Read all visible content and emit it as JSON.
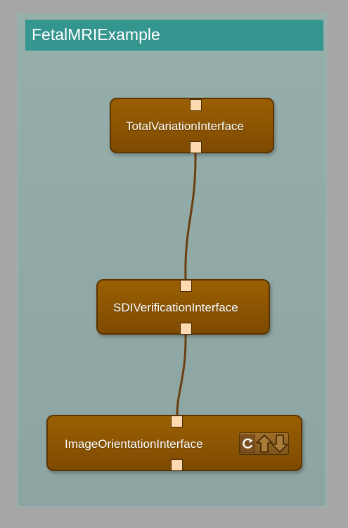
{
  "workflow": {
    "title": "FetalMRIExample"
  },
  "nodes": [
    {
      "id": "total-variation",
      "label": "TotalVariationInterface"
    },
    {
      "id": "sdi-verification",
      "label": "SDIVerificationInterface"
    },
    {
      "id": "image-orientation",
      "label": "ImageOrientationInterface",
      "controls": [
        "reset-icon",
        "swap-up-down-icon"
      ]
    }
  ],
  "links": [
    {
      "from": "TotalVariationInterface",
      "to": "SDIVerificationInterface"
    },
    {
      "from": "SDIVerificationInterface",
      "to": "ImageOrientationInterface"
    }
  ],
  "colors": {
    "background": "#a6a6a6",
    "panel": "#90a9a6",
    "title_bar": "#35958f",
    "node_fill": "#8b5402",
    "node_border": "#5a3500",
    "port_fill": "#ffd9b0",
    "link": "#6b3f10"
  }
}
